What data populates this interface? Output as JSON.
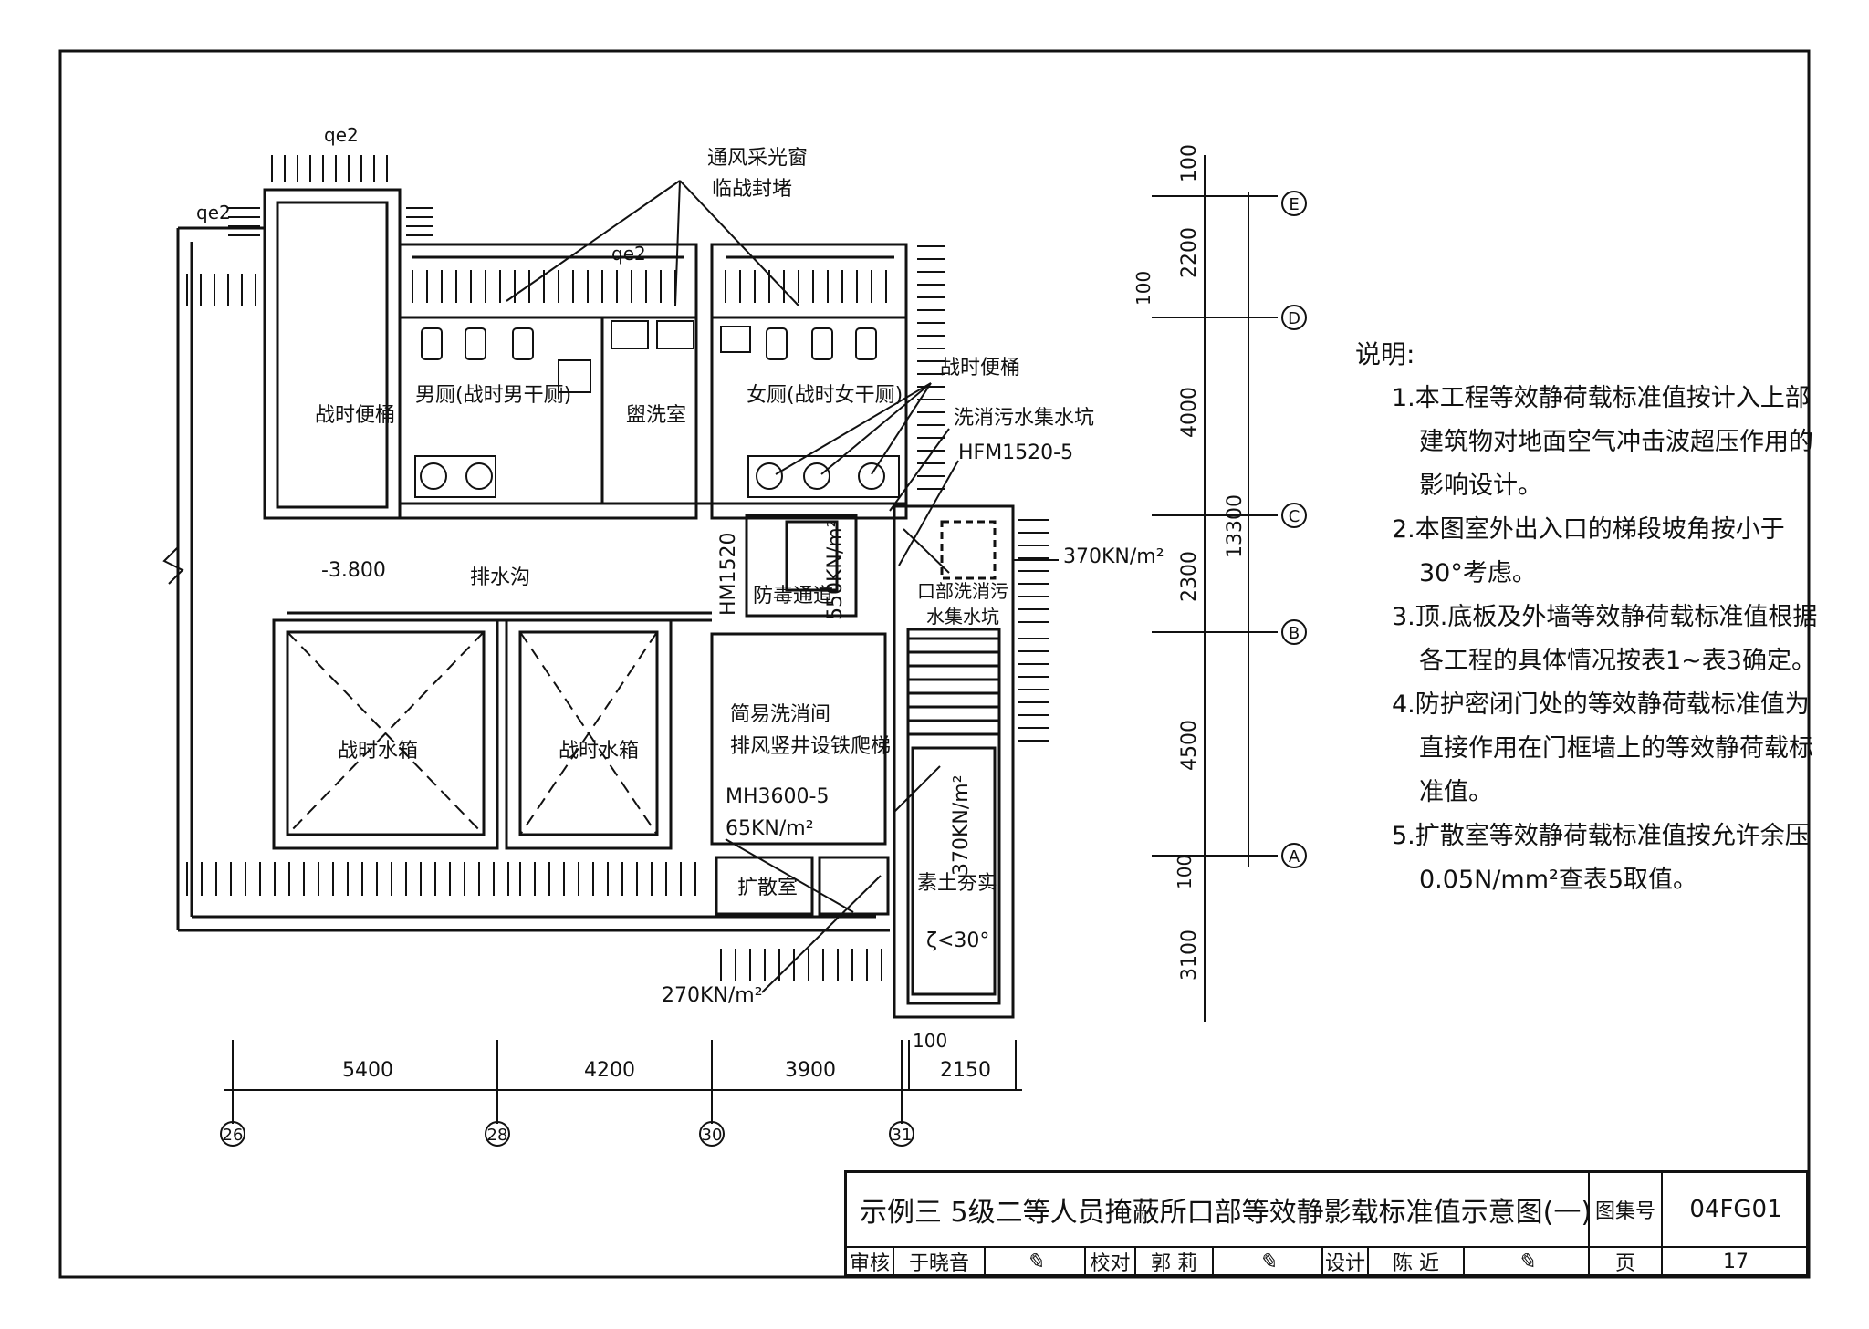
{
  "labels": {
    "ventilation_window": "通风采光窗",
    "temp_seal": "临战封堵",
    "qe2": "qe2",
    "men_toilet": "男厕(战时男干厕)",
    "women_toilet": "女厕(战时女干厕)",
    "washroom": "盥洗室",
    "wartime_toilet_left": "战时便桶",
    "wartime_toilet_right": "战时便桶",
    "sewage_pit": "洗消污水集水坑",
    "door_hfm": "HFM1520-5",
    "load_370_a": "370KN/m²",
    "load_370_b": "370KN/m²",
    "load_550": "550KN/m²",
    "hm1520": "HM1520",
    "gas_passage": "防毒通道",
    "entrance_pit_1": "口部洗消污",
    "entrance_pit_2": "水集水坑",
    "level": "-3.800",
    "drain": "排水沟",
    "water_tank_1": "战时水箱",
    "water_tank_2": "战时水箱",
    "simple_decon_1": "简易洗消间",
    "simple_decon_2": "排风竖井设铁爬梯",
    "mh3600": "MH3600-5",
    "load_65": "65KN/m²",
    "diffusion_room": "扩散室",
    "load_270": "270KN/m²",
    "compacted_soil": "素土夯实",
    "angle": "ζ<30°",
    "dim_5400": "5400",
    "dim_4200": "4200",
    "dim_3900": "3900",
    "dim_2150": "2150",
    "dim_100_bottom": "100",
    "axis_26": "26",
    "axis_28": "28",
    "axis_30": "30",
    "axis_31": "31",
    "v_dim_100_top": "100",
    "v_dim_2200": "2200",
    "v_dim_100_mid": "100",
    "v_dim_4000": "4000",
    "v_dim_13300": "13300",
    "v_dim_2300": "2300",
    "v_dim_4500": "4500",
    "v_dim_100_low": "100",
    "v_dim_3100": "3100",
    "axis_E": "E",
    "axis_D": "D",
    "axis_C": "C",
    "axis_B": "B",
    "axis_A": "A"
  },
  "notes": {
    "heading": "说明:",
    "n1a": "1.本工程等效静荷载标准值按计入上部",
    "n1b": "建筑物对地面空气冲击波超压作用的",
    "n1c": "影响设计。",
    "n2a": "2.本图室外出入口的梯段坡角按小于",
    "n2b": "30°考虑。",
    "n3a": "3.顶.底板及外墙等效静荷载标准值根据",
    "n3b": "各工程的具体情况按表1~表3确定。",
    "n4a": "4.防护密闭门处的等效静荷载标准值为",
    "n4b": "直接作用在门框墙上的等效静荷载标准值。",
    "n5a": "5.扩散室等效静荷载标准值按允许余压",
    "n5b": "0.05N/mm²查表5取值。"
  },
  "title_block": {
    "title": "示例三    5级二等人员掩蔽所口部等效静影载标准值示意图(一)",
    "atlas_label": "图集号",
    "atlas_no": "04FG01",
    "review_label": "审核",
    "reviewer": "于晓音",
    "check_label": "校对",
    "checker": "郭 莉",
    "design_label": "设计",
    "designer": "陈 近",
    "page_label": "页",
    "page_no": "17"
  }
}
